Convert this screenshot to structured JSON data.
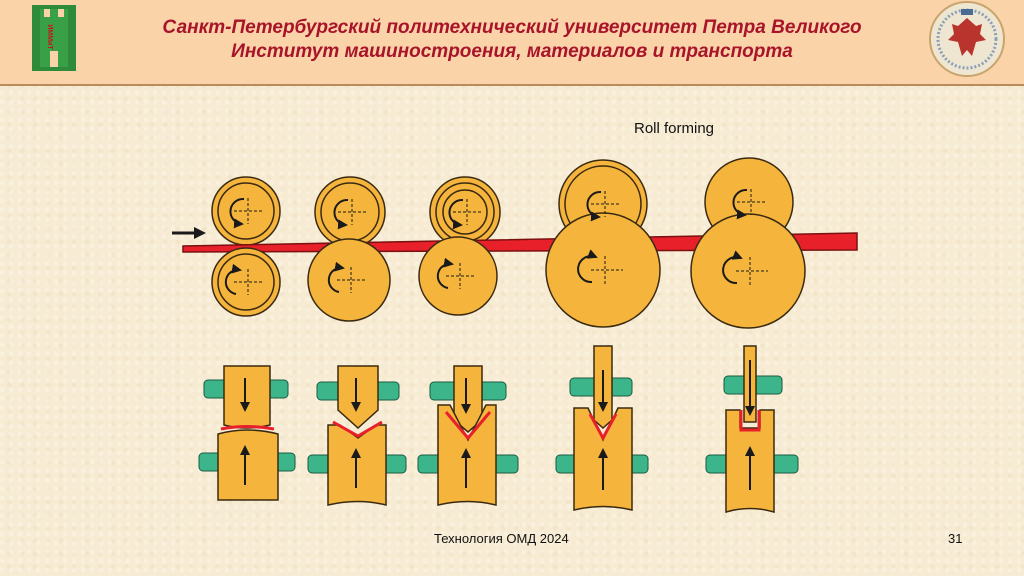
{
  "header": {
    "title_line1": "Санкт-Петербургский политехнический университет Петра Великого",
    "title_line2": "Институт машиностроения, материалов и транспорта",
    "left_logo_letters": "ИММиТ",
    "left_logo_icon": "institute-logo-icon",
    "right_logo_icon": "university-seal-icon"
  },
  "diagram": {
    "caption": "Roll forming",
    "feed_arrow_icon": "feed-direction-arrow-icon",
    "strip_color": "#e8202a",
    "roll_color": "#f5b43c",
    "shaft_color": "#3db58a",
    "stages": 5
  },
  "footer": {
    "text": "Технология ОМД 2024",
    "page_number": "31"
  }
}
